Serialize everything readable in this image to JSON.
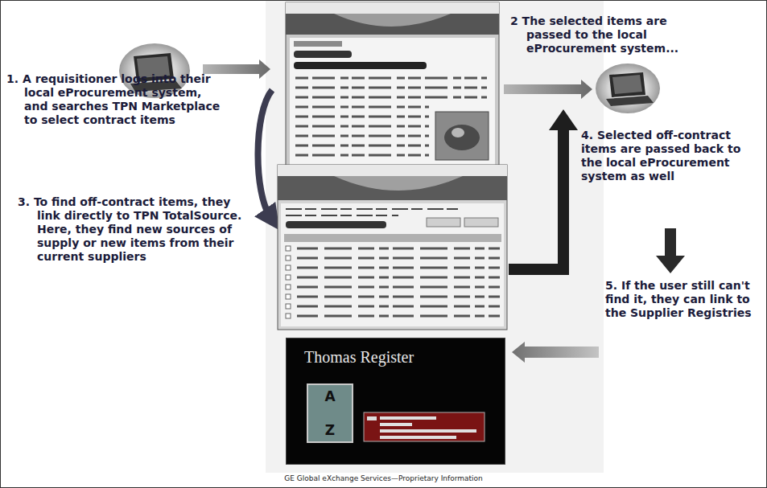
{
  "diagram": {
    "nodes": [
      {
        "text": [
          "Thomas Register"
        ]
      },
      {
        "text": [
          "A",
          "Z"
        ],
        "in": 0
      }
    ],
    "labels": [
      "1. A requisitioner logs into their local eProcurement system, and searches TPN Marketplace to select contract items",
      "2 The selected items are passed to the local eProcurement system...",
      "3. To find off-contract items, they link directly to TPN TotalSource. Here, they find new sources of supply or new items from their current suppliers",
      "4. Selected off-contract items are passed back to the local eProcurement system as well",
      "5. If the user still can't find it, they can link to the Supplier Registries",
      "GE Global eXchange Services—Proprietary Information"
    ]
  }
}
